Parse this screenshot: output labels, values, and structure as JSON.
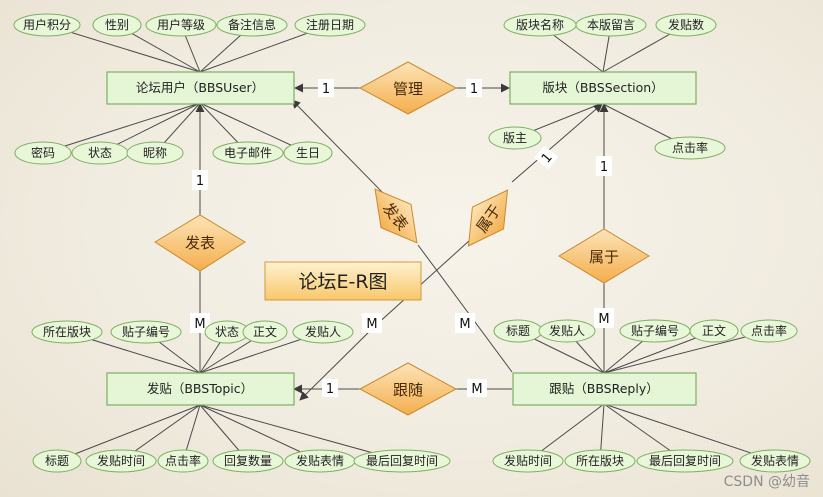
{
  "title": "论坛E-R图",
  "watermark": "CSDN @幼音",
  "entities": {
    "user": "论坛用户（BBSUser）",
    "section": "版块（BBSSection）",
    "topic": "发贴（BBSTopic）",
    "reply": "跟贴（BBSReply）"
  },
  "relationships": {
    "manage": "管理",
    "post_topic": "发表",
    "post_reply": "发表",
    "topic_belongs": "属于",
    "reply_belongs": "属于",
    "follow": "跟随"
  },
  "cardinalities": {
    "manage_user": "1",
    "manage_section": "1",
    "topic_user": "1",
    "topic_many": "M",
    "reply_user_many": "M",
    "topic_section": "1",
    "reply_section": "1",
    "reply_section_many": "M",
    "follow_topic": "1",
    "follow_reply": "M",
    "reply_topic_many": "M"
  },
  "attributes": {
    "user_top": [
      "用户积分",
      "性别",
      "用户等级",
      "备注信息",
      "注册日期"
    ],
    "user_bottom": [
      "密码",
      "状态",
      "昵称",
      "电子邮件",
      "生日"
    ],
    "section_top": [
      "版块名称",
      "本版留言",
      "发贴数"
    ],
    "section_bottom": [
      "版主",
      "点击率"
    ],
    "topic_top": [
      "所在版块",
      "贴子编号",
      "状态",
      "正文",
      "发贴人"
    ],
    "topic_bottom": [
      "标题",
      "发贴时间",
      "点击率",
      "回复数量",
      "发贴表情",
      "最后回复时间"
    ],
    "reply_top": [
      "标题",
      "发贴人",
      "贴子编号",
      "正文",
      "点击率"
    ],
    "reply_bottom": [
      "发贴时间",
      "所在版块",
      "最后回复时间",
      "发贴表情"
    ]
  },
  "colors": {
    "entity_fill": "#e4f6d6",
    "entity_border": "#7fae63",
    "diamond_fill": "#f7b75a",
    "title_fill": "#fbd58a"
  }
}
